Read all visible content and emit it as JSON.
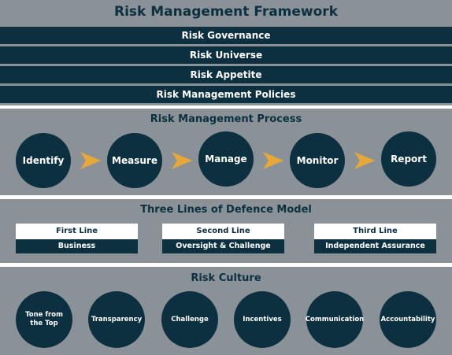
{
  "framework": {
    "title": "Risk Management Framework",
    "bars": [
      "Risk Governance",
      "Risk Universe",
      "Risk Appetite",
      "Risk Management Policies"
    ]
  },
  "process": {
    "title": "Risk Management Process",
    "steps": [
      "Identify",
      "Measure",
      "Manage",
      "Monitor",
      "Report"
    ]
  },
  "defence": {
    "title": "Three Lines of Defence Model",
    "lines": [
      {
        "name": "First Line",
        "role": "Business"
      },
      {
        "name": "Second Line",
        "role": "Oversight & Challenge"
      },
      {
        "name": "Third Line",
        "role": "Independent Assurance"
      }
    ]
  },
  "culture": {
    "title": "Risk Culture",
    "items": [
      "Tone from the Top",
      "Transparency",
      "Challenge",
      "Incentives",
      "Communication",
      "Accountability"
    ]
  },
  "colors": {
    "panel": "#8a9297",
    "navy": "#0c3040",
    "arrow": "#e8a838",
    "white": "#ffffff"
  }
}
